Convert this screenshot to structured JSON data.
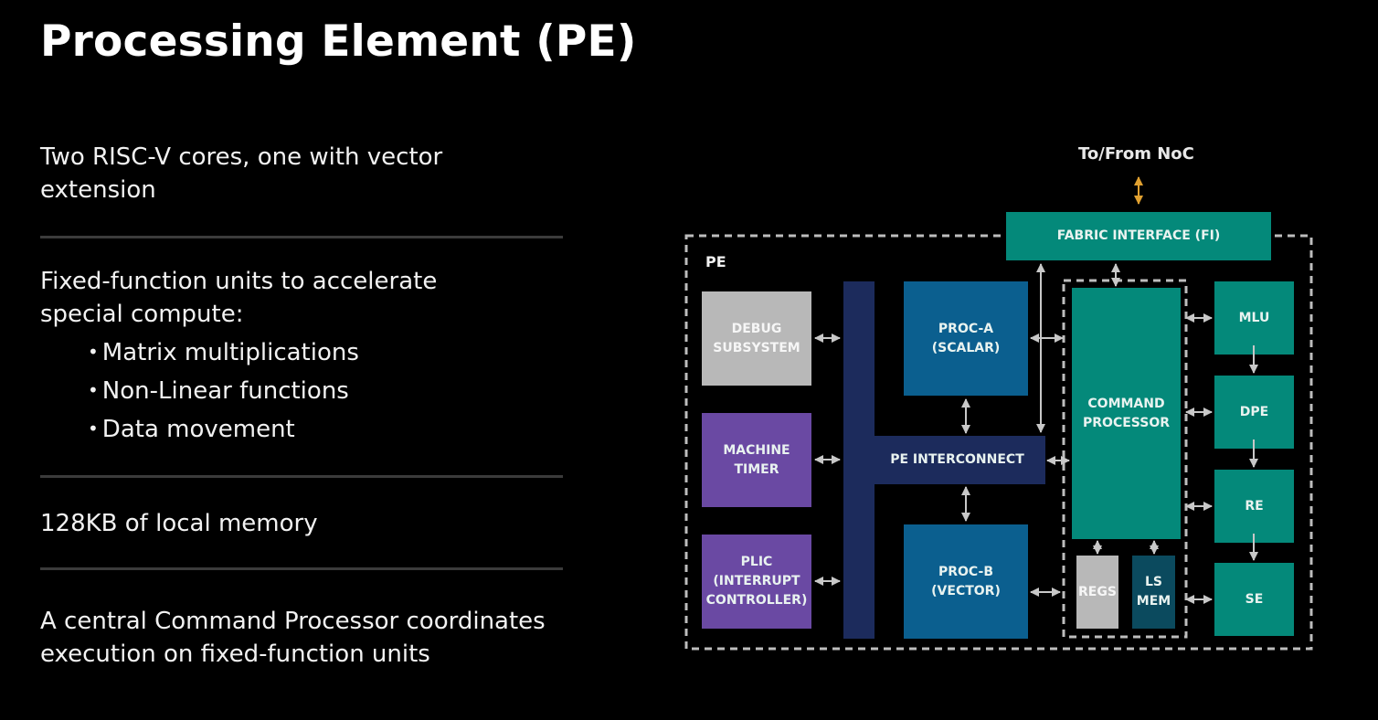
{
  "slide": {
    "title": "Processing Element (PE)"
  },
  "left_panel": {
    "point1": "Two RISC-V cores, one with vector\nextension",
    "point2": "Fixed-function units to accelerate\nspecial compute:",
    "sub_points": [
      "Matrix multiplications",
      "Non-Linear functions",
      "Data movement"
    ],
    "point3": "128KB of local memory",
    "point4": "A central Command Processor coordinates\nexecution on fixed-function units",
    "bullet_glyph": "•"
  },
  "diagram": {
    "noc_label": "To/From NoC",
    "pe_label": "PE",
    "blocks": {
      "fabric_interface": "FABRIC INTERFACE (FI)",
      "debug": "DEBUG\nSUBSYSTEM",
      "machine_timer": "MACHINE\nTIMER",
      "plic": "PLIC\n(INTERRUPT\nCONTROLLER)",
      "pe_interconnect": "PE INTERCONNECT",
      "proc_a": "PROC-A\n(SCALAR)",
      "proc_b": "PROC-B\n(VECTOR)",
      "command_processor": "COMMAND\nPROCESSOR",
      "regs": "REGS",
      "ls_mem": "LS\nMEM",
      "mlu": "MLU",
      "dpe": "DPE",
      "re": "RE",
      "se": "SE"
    },
    "colors": {
      "teal": "#04897a",
      "blue": "#0b5f8f",
      "purple": "#6a49a3",
      "navy": "#1c2b5c",
      "gray": "#b8b8b8",
      "dark_teal": "#0b4a5e",
      "noc_arrow": "#e0a030",
      "arrows": "#c8c8c8"
    }
  }
}
